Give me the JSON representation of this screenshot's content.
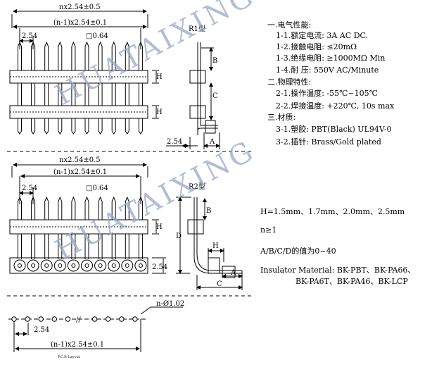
{
  "drawing1": {
    "overall_dim": "nx2.54±0.5",
    "inner_dim": "(n-1)x2.54±0.1",
    "pitch": "2.54",
    "pin_size": "□0.64",
    "h_label": "H"
  },
  "side1": {
    "title": "R1型",
    "b": "B",
    "c": "C",
    "a": "A",
    "pitch": "2.54"
  },
  "drawing2": {
    "overall_dim": "nx2.54±0.5",
    "inner_dim": "(n-1)x2.54±0.1",
    "pitch": "2.54",
    "pin_size": "□0.64",
    "h_label": "H",
    "pitch_side": "2.54"
  },
  "side2": {
    "title": "R2型",
    "b": "B",
    "d": "D",
    "h": "H",
    "a": "A",
    "c": "C"
  },
  "pcb": {
    "hole_dim": "n-Ø1.02",
    "pitch": "2.54",
    "inner_dim": "(n-1)x2.54±0.1",
    "caption": "P.C.B Layout"
  },
  "watermark": "HUATAIXING",
  "specs": {
    "electrical_title": "一.电气性能:",
    "rated_current": "1-1.额定电流: 3A AC DC.",
    "contact_resistance": "1-2.接触电阻: ≤20mΩ",
    "insulation_resistance": "1-3.绝缘电阻: ≥1000MΩ Min",
    "withstand_voltage": "1-4.耐   压: 550V AC/Minute",
    "physical_title": "二.物理特性:",
    "operating_temp": "2-1.操作温度: -55℃~105℃",
    "soldering_temp": "2-2.焊接温度: +220℃, 10s max",
    "material_title": "三.材质:",
    "plastic": "3-1.塑胶: PBT(Black) UL94V-0",
    "pin": "3-2.插针: Brass/Gold plated"
  },
  "notes": {
    "h_values": "H=1.5mm、1.7mm、2.0mm、2.5mm",
    "n_value": "n≥1",
    "abcd_range": "A/B/C/D的值为0~40",
    "insulator_line1": "Insulator Material: BK-PBT、BK-PA66、",
    "insulator_line2": "BK-PA6T、BK-PA46、BK-LCP"
  }
}
